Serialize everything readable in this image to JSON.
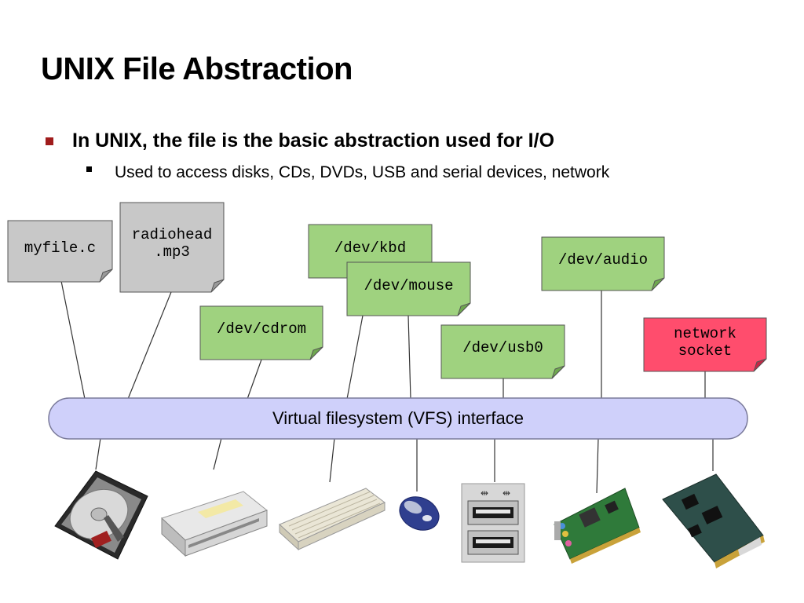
{
  "slide": {
    "title": "UNIX File Abstraction",
    "bullets": [
      "In UNIX, the file is the basic abstraction used for I/O"
    ],
    "sub_bullets": [
      "Used to access disks, CDs, DVDs, USB and serial devices, network"
    ]
  },
  "diagram": {
    "vfs_label": "Virtual filesystem (VFS) interface",
    "files": {
      "myfile": "myfile.c",
      "radiohead": "radiohead\n.mp3",
      "kbd": "/dev/kbd",
      "mouse": "/dev/mouse",
      "cdrom": "/dev/cdrom",
      "usb0": "/dev/usb0",
      "audio": "/dev/audio",
      "network": "network\nsocket"
    },
    "colors": {
      "gray_note": "#c8c8c8",
      "green_note": "#9fd27f",
      "pink_note": "#ff4d6d",
      "vfs_fill": "#cfd0fa",
      "bullet": "#a01c1c"
    },
    "devices": [
      "hard-disk",
      "dvd-drive",
      "keyboard",
      "mouse",
      "usb-ports",
      "sound-card",
      "network-card"
    ]
  }
}
